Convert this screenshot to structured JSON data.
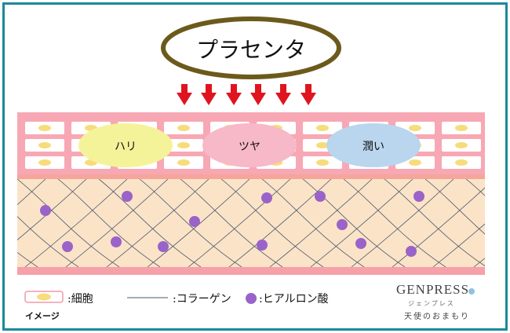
{
  "title": "プラセンタ",
  "effects": [
    {
      "label": "ハリ",
      "color": "#f4f39a"
    },
    {
      "label": "ツヤ",
      "color": "#f7b8c8"
    },
    {
      "label": "潤い",
      "color": "#b9d6ee"
    }
  ],
  "legend": {
    "cell": ":細胞",
    "collagen": ":コラーゲン",
    "hyaluronic": ":ヒアルロン酸"
  },
  "caption": "イメージ",
  "logo": {
    "name": "GENPRESS",
    "kana": "ジェンプレス",
    "subtitle": "天使のおまもり"
  },
  "colors": {
    "frame": "#1b8a9a",
    "title_ring": "#6b5a1b",
    "arrow": "#e0141e",
    "skin_top": "#f48f9f",
    "dermis": "#fbe3c8",
    "nucleus": "#f7dc7c",
    "hyaluronic": "#9a63c9",
    "collagen": "#4a5a6a"
  }
}
